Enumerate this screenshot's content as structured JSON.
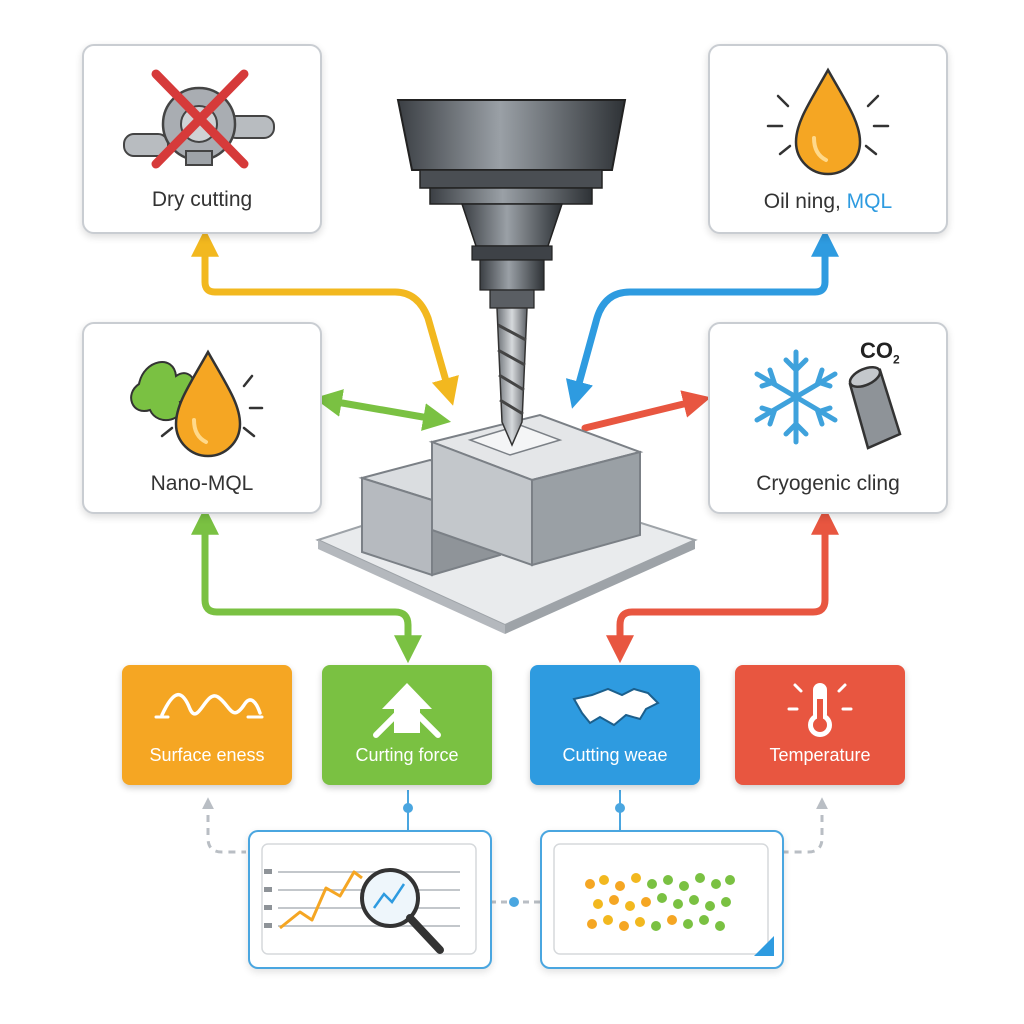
{
  "strategies": {
    "dry": {
      "label": "Dry cutting",
      "icon": "crossed-out-coolant-nozzle-icon",
      "color": "#f2b81f"
    },
    "oil": {
      "label_main": "Oil ning, ",
      "label_accent": "MQL",
      "icon": "oil-drop-icon",
      "color": "#2e9be0"
    },
    "nano": {
      "label": "Nano-MQL",
      "icon": "leaf-oil-drop-icon",
      "color": "#7ac142"
    },
    "cryo": {
      "label": "Cryogenic cling",
      "co2_label": "CO",
      "co2_subscript": "2",
      "icon": "snowflake-co2-cylinder-icon",
      "color": "#e85640"
    }
  },
  "outputs": [
    {
      "label": "Surface eness",
      "color": "#f5a623",
      "icon": "surface-wave-icon"
    },
    {
      "label": "Curting force",
      "color": "#7ac142",
      "icon": "force-arrow-icon"
    },
    {
      "label": "Cutting weae",
      "color": "#2e9be0",
      "icon": "tool-wear-icon"
    },
    {
      "label": "Temperature",
      "color": "#e85640",
      "icon": "thermometer-icon"
    }
  ],
  "analysis": {
    "trend_panel": {
      "icon": "magnifier-icon",
      "line_color": "#f5a623"
    },
    "scatter_panel": {
      "dot_colors": [
        "#f5a623",
        "#f2b81f",
        "#7ac142"
      ]
    }
  }
}
